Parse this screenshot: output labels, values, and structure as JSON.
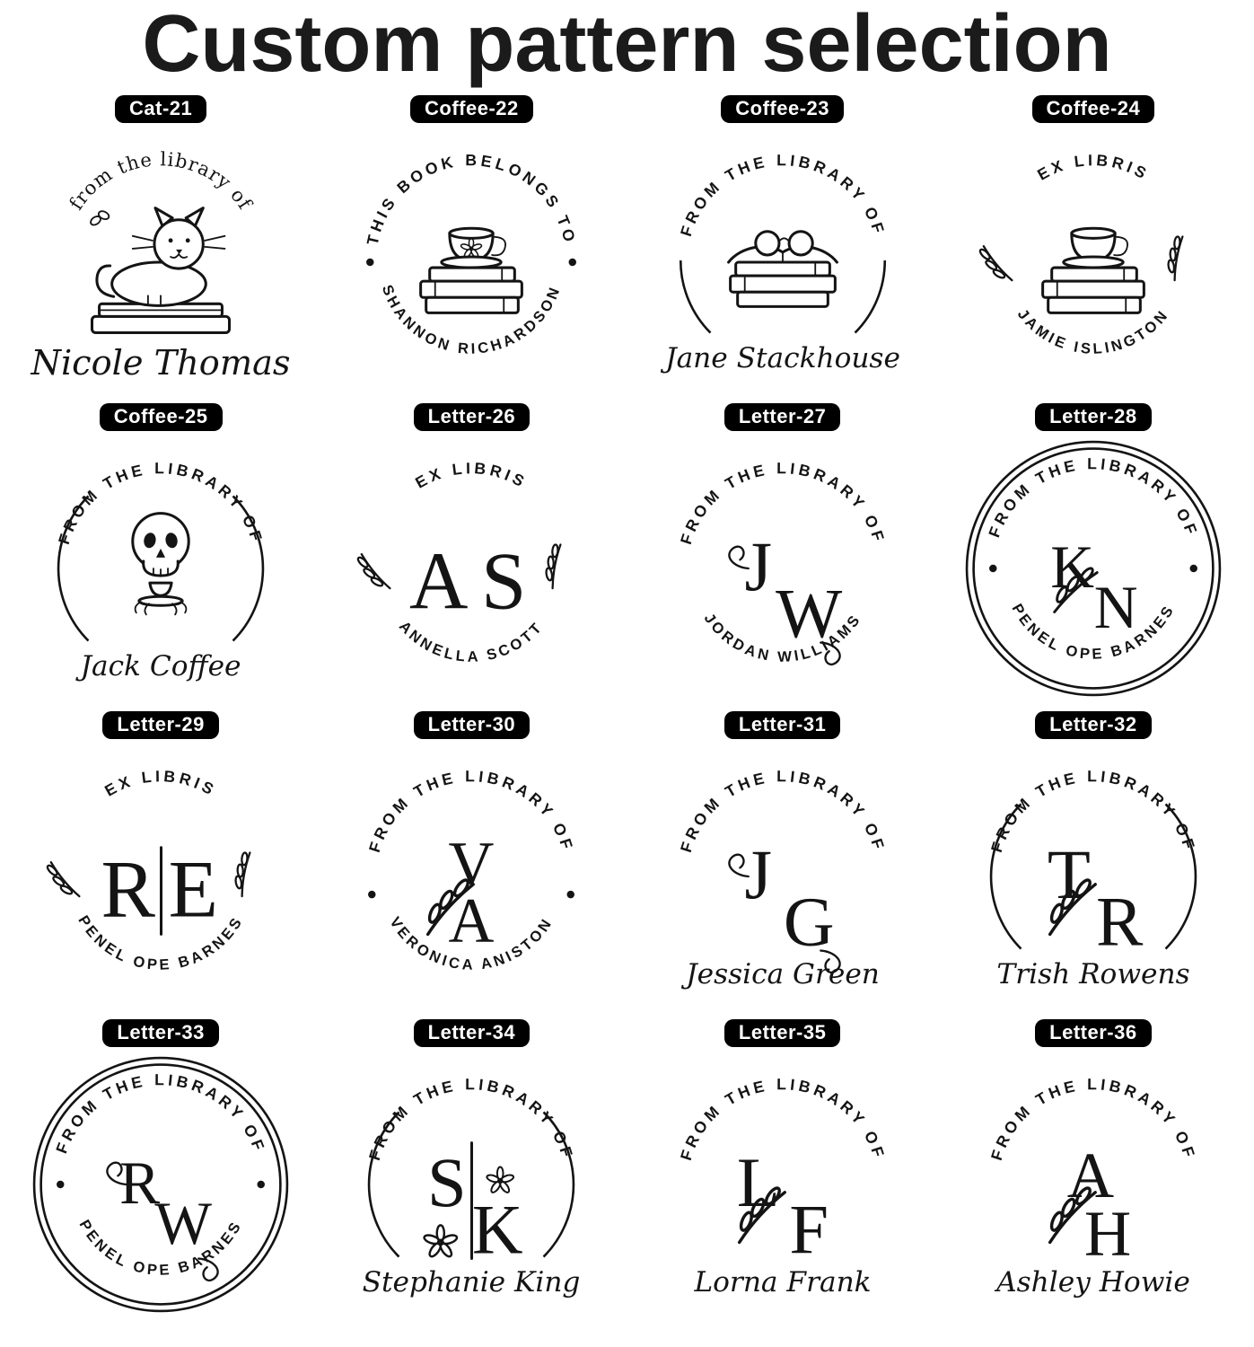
{
  "title": "Custom pattern selection",
  "colors": {
    "ink": "#141414",
    "badge_background": "#000000",
    "badge_text": "#ffffff",
    "title_color": "#1b1b1b",
    "background": "#ffffff"
  },
  "patterns": [
    {
      "id": "Cat-21",
      "arc_top": "from the library of",
      "arc_case": "lower",
      "center": {
        "type": "icon",
        "icon": "cat-on-book-icon"
      },
      "name": "Nicole Thomas",
      "name_style": "script-large"
    },
    {
      "id": "Coffee-22",
      "arc_top": "THIS BOOK BELONGS TO",
      "center": {
        "type": "icon",
        "icon": "coffee-cup-on-books-flower-icon"
      },
      "name": "SHANNON RICHARDSON",
      "name_style": "arc",
      "dots": "mid"
    },
    {
      "id": "Coffee-23",
      "arc_top": "FROM THE LIBRARY OF",
      "center": {
        "type": "icon",
        "icon": "books-with-glasses-icon"
      },
      "name": "Jane Stackhouse",
      "name_style": "script",
      "border": "side-arcs-low"
    },
    {
      "id": "Coffee-24",
      "arc_top": "EX LIBRIS",
      "center": {
        "type": "icon",
        "icon": "coffee-cup-on-books-icon"
      },
      "name": "JAMIE ISLINGTON",
      "name_style": "arc",
      "deco": [
        "side-branches"
      ]
    },
    {
      "id": "Coffee-25",
      "arc_top": "FROM THE LIBRARY OF",
      "center": {
        "type": "icon",
        "icon": "skull-with-coffee-icon"
      },
      "name": "Jack Coffee",
      "name_style": "script",
      "border": "side-arcs"
    },
    {
      "id": "Letter-26",
      "arc_top": "EX LIBRIS",
      "center": {
        "type": "monogram",
        "letters": [
          "A",
          "S"
        ],
        "layout": "row"
      },
      "name": "ANNELLA SCOTT",
      "name_style": "arc",
      "deco": [
        "side-branches"
      ]
    },
    {
      "id": "Letter-27",
      "arc_top": "FROM THE LIBRARY OF",
      "center": {
        "type": "monogram",
        "letters": [
          "J",
          "W"
        ],
        "layout": "diag"
      },
      "name": "JORDAN WILLIAMS",
      "name_style": "arc",
      "deco": [
        "curls"
      ]
    },
    {
      "id": "Letter-28",
      "arc_top": "FROM THE LIBRARY OF",
      "center": {
        "type": "monogram",
        "letters": [
          "K",
          "N"
        ],
        "layout": "diag",
        "divider": "branch"
      },
      "name": "PENEL OPE BARNES",
      "name_style": "arc",
      "border": "double",
      "dots": "inner"
    },
    {
      "id": "Letter-29",
      "arc_top": "EX LIBRIS",
      "center": {
        "type": "monogram",
        "letters": [
          "R",
          "E"
        ],
        "layout": "row",
        "divider": "bar"
      },
      "name": "PENEL OPE BARNES",
      "name_style": "arc",
      "deco": [
        "side-branches"
      ]
    },
    {
      "id": "Letter-30",
      "arc_top": "FROM THE LIBRARY OF",
      "center": {
        "type": "monogram",
        "letters": [
          "V",
          "A"
        ],
        "layout": "stack"
      },
      "name": "VERONICA ANISTON",
      "name_style": "arc",
      "dots": "arc-ends",
      "deco": [
        "mono-branch"
      ]
    },
    {
      "id": "Letter-31",
      "arc_top": "FROM THE LIBRARY OF",
      "center": {
        "type": "monogram",
        "letters": [
          "J",
          "G"
        ],
        "layout": "diag"
      },
      "name": "Jessica Green",
      "name_style": "script",
      "deco": [
        "curls"
      ]
    },
    {
      "id": "Letter-32",
      "arc_top": "FROM THE LIBRARY OF",
      "center": {
        "type": "monogram",
        "letters": [
          "T",
          "R"
        ],
        "layout": "diag"
      },
      "name": "Trish Rowens",
      "name_style": "script",
      "border": "side-arcs",
      "deco": [
        "mono-branch"
      ]
    },
    {
      "id": "Letter-33",
      "arc_top": "FROM THE LIBRARY OF",
      "center": {
        "type": "monogram",
        "letters": [
          "R",
          "W"
        ],
        "layout": "diag"
      },
      "name": "PENEL OPE BARNES",
      "name_style": "arc",
      "border": "double",
      "dots": "inner",
      "deco": [
        "curls"
      ]
    },
    {
      "id": "Letter-34",
      "arc_top": "FROM THE LIBRARY OF",
      "center": {
        "type": "monogram",
        "letters": [
          "S",
          "K"
        ],
        "layout": "diag",
        "divider": "bar"
      },
      "name": "Stephanie King",
      "name_style": "script",
      "border": "side-arcs",
      "deco": [
        "flowers"
      ]
    },
    {
      "id": "Letter-35",
      "arc_top": "FROM THE LIBRARY OF",
      "center": {
        "type": "monogram",
        "letters": [
          "L",
          "F"
        ],
        "layout": "diag"
      },
      "name": "Lorna Frank",
      "name_style": "script",
      "deco": [
        "mono-branch"
      ]
    },
    {
      "id": "Letter-36",
      "arc_top": "FROM THE LIBRARY OF",
      "center": {
        "type": "monogram",
        "letters": [
          "A",
          "H"
        ],
        "layout": "stack-diag"
      },
      "name": "Ashley Howie",
      "name_style": "script",
      "deco": [
        "mono-branch"
      ]
    }
  ]
}
